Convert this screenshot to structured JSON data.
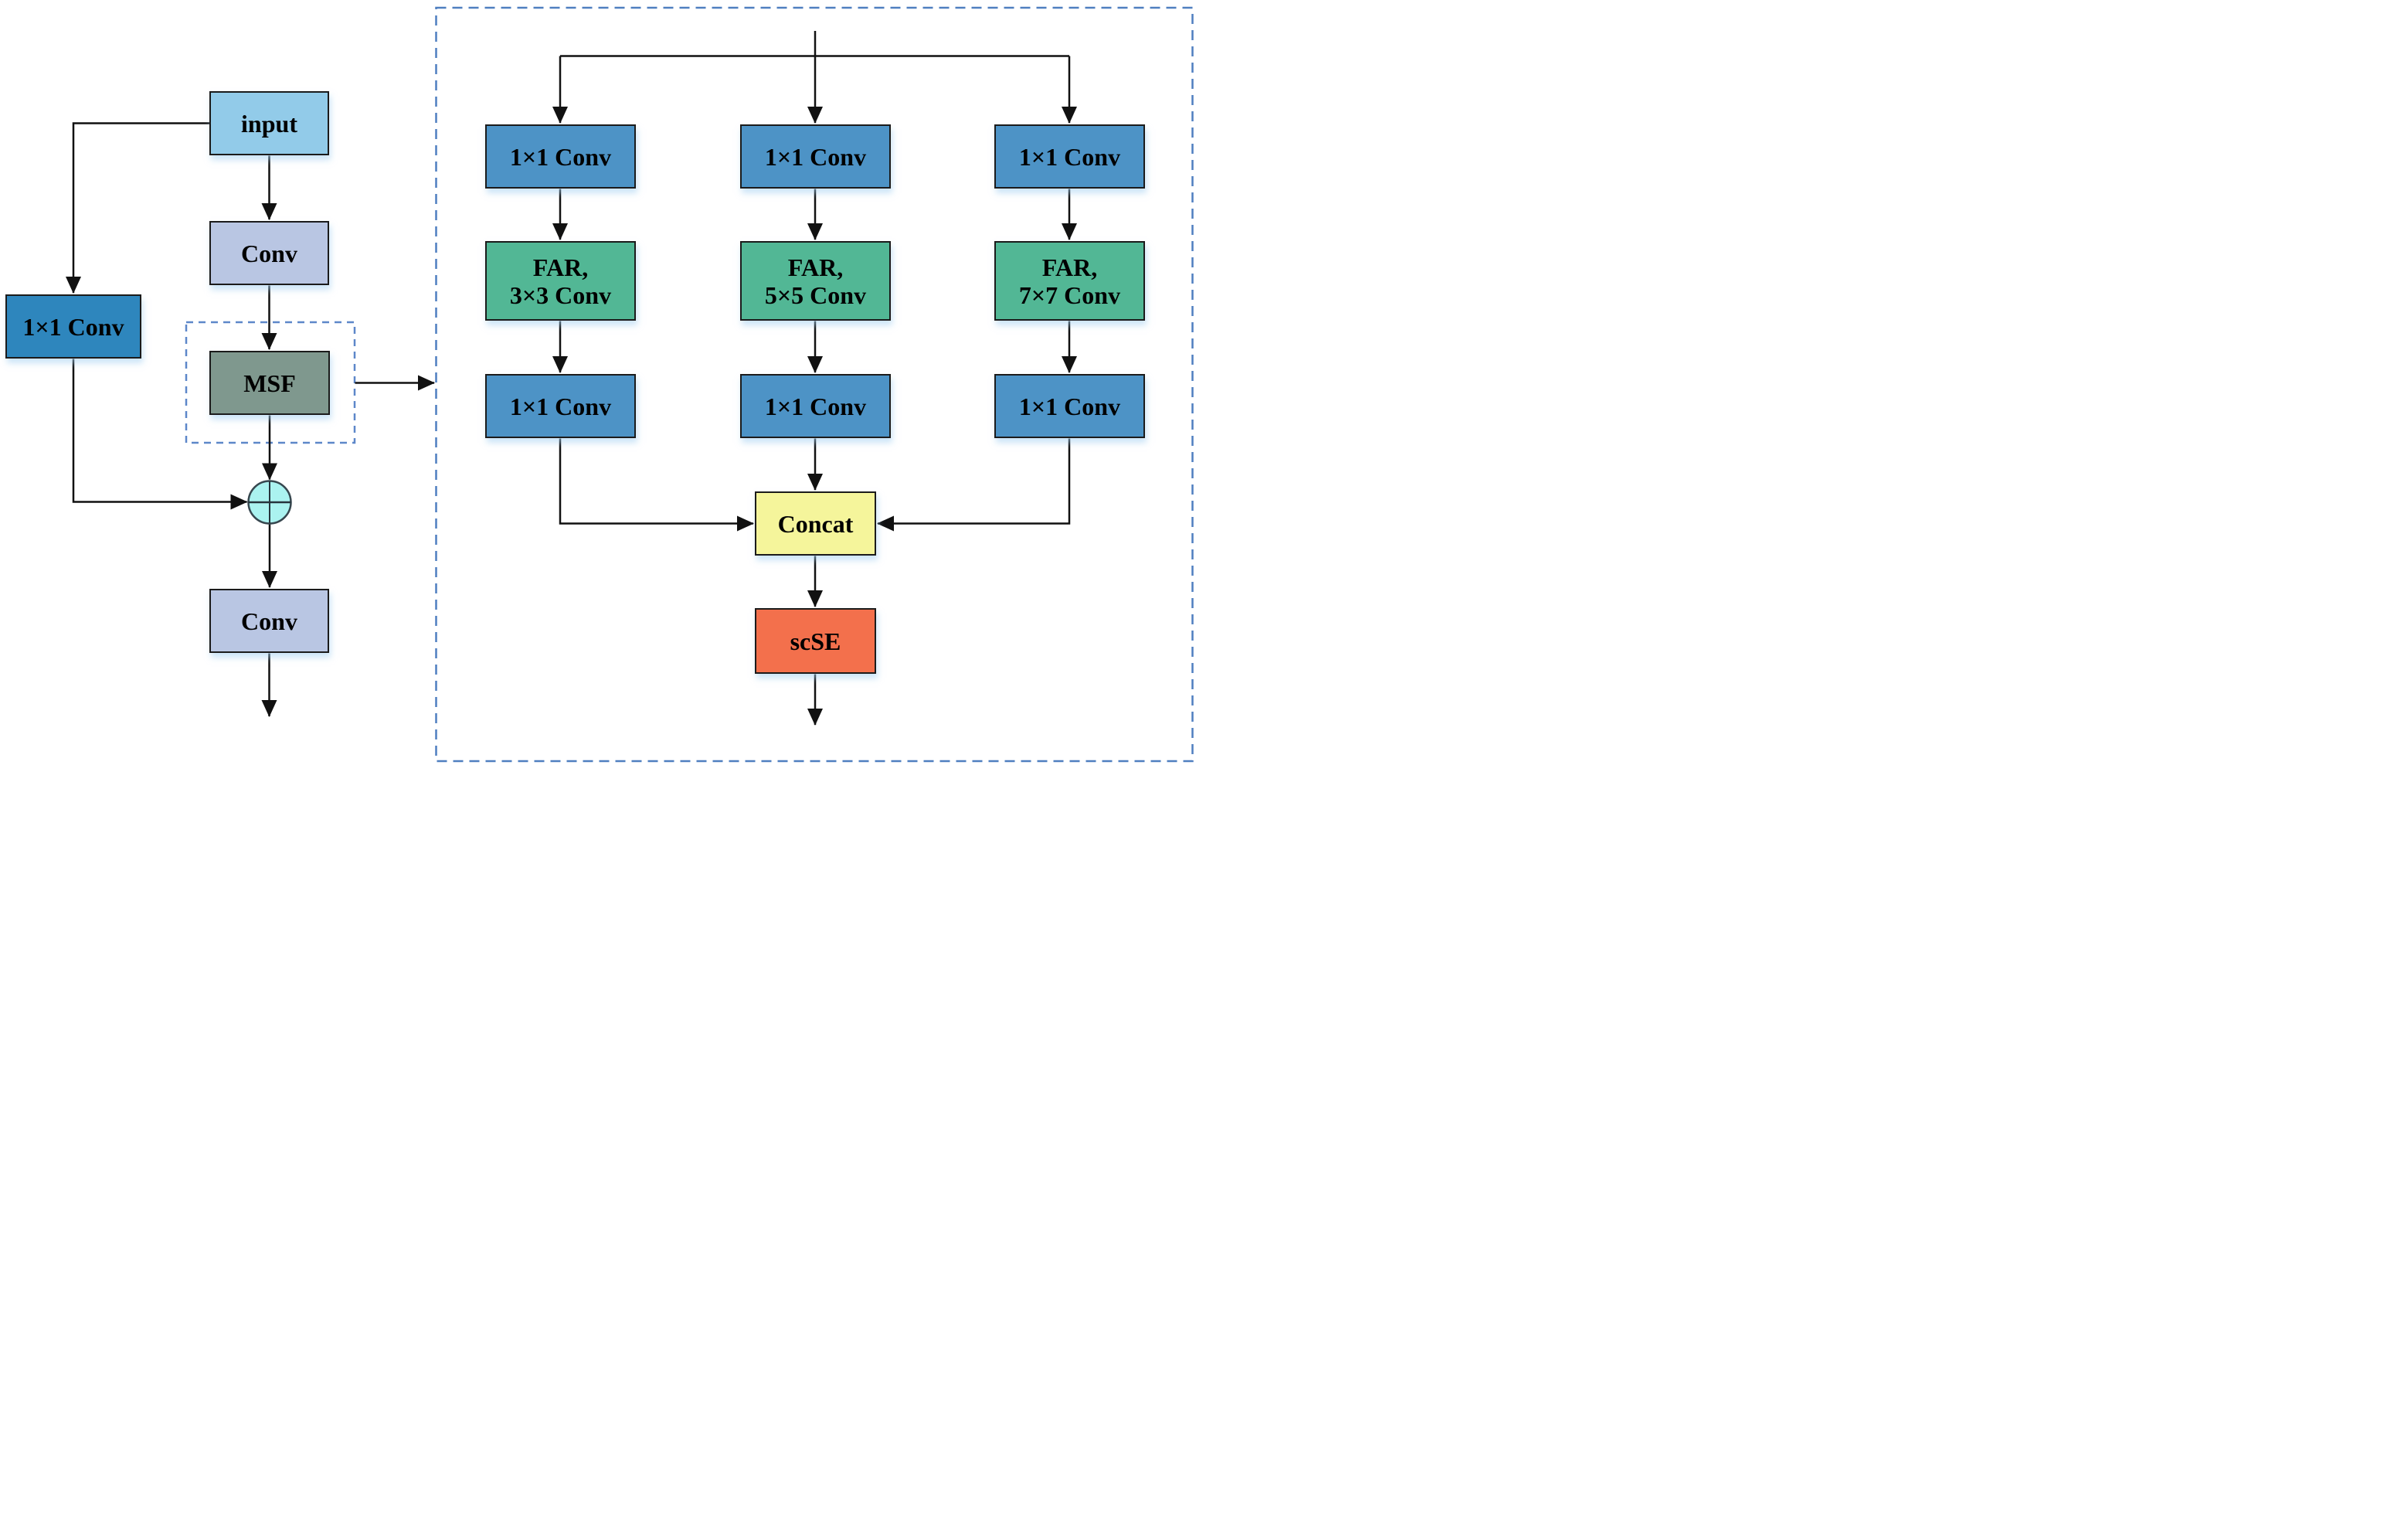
{
  "figure": {
    "type": "architecture-diagram",
    "main_branch": {
      "input_label": "input",
      "conv_top_label": "Conv",
      "skip_conv_label": "1×1 Conv",
      "msf_label": "MSF",
      "sum_node_symbol": "⊕",
      "conv_bottom_label": "Conv"
    },
    "msf_module": {
      "branches": [
        {
          "conv_in": "1×1 Conv",
          "far_line1": "FAR,",
          "far_line2": "3×3 Conv",
          "conv_out": "1×1 Conv"
        },
        {
          "conv_in": "1×1 Conv",
          "far_line1": "FAR,",
          "far_line2": "5×5 Conv",
          "conv_out": "1×1 Conv"
        },
        {
          "conv_in": "1×1 Conv",
          "far_line1": "FAR,",
          "far_line2": "7×7 Conv",
          "conv_out": "1×1 Conv"
        }
      ],
      "concat_label": "Concat",
      "scse_label": "scSE"
    },
    "colors": {
      "input_fill": "#92cbe9",
      "conv_fill": "#b9c6e3",
      "skip_conv_fill": "#2e86bd",
      "branch_conv_fill": "#4d93c6",
      "far_fill": "#52b795",
      "msf_fill": "#7f988e",
      "concat_fill": "#f5f59b",
      "scse_fill": "#f3704c",
      "sum_fill": "#abf3f0",
      "dashed_border_big": "#4f7fc0",
      "dashed_border_small": "#5d87c9",
      "connector": "#111111"
    }
  }
}
